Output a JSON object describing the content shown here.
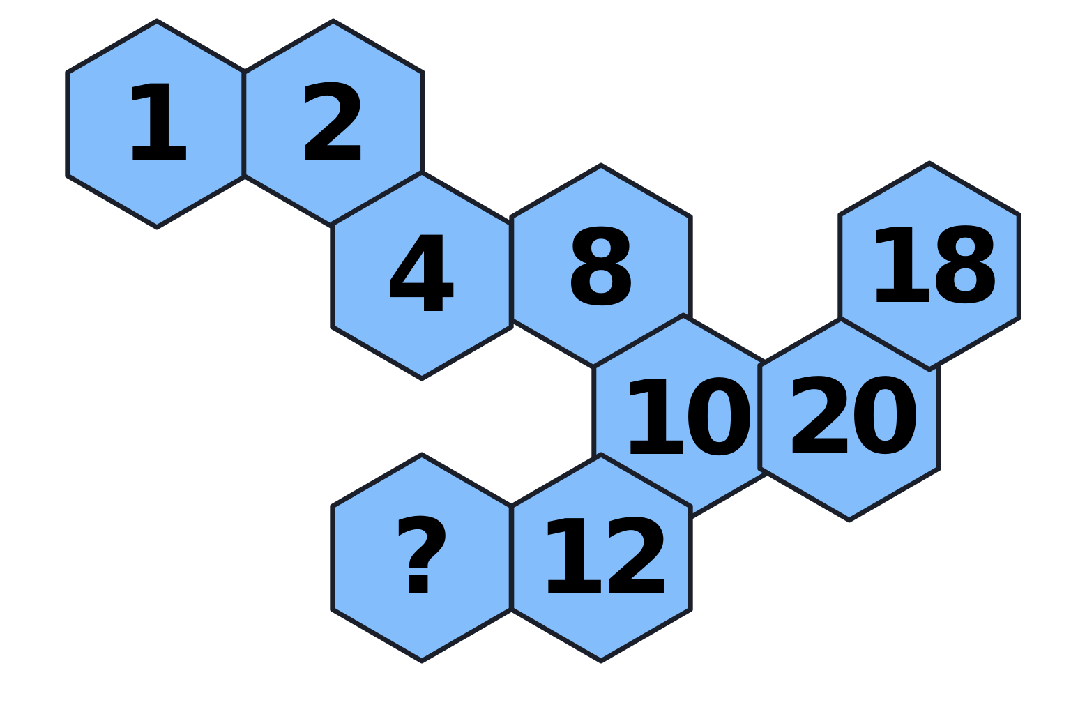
{
  "puzzle": {
    "fill_color": "#84bdfb",
    "outline_color": "#1b1f2a",
    "cells": [
      {
        "id": "hex-1",
        "label": "1"
      },
      {
        "id": "hex-2",
        "label": "2"
      },
      {
        "id": "hex-4",
        "label": "4"
      },
      {
        "id": "hex-8",
        "label": "8"
      },
      {
        "id": "hex-10",
        "label": "10"
      },
      {
        "id": "hex-20",
        "label": "20"
      },
      {
        "id": "hex-18",
        "label": "18"
      },
      {
        "id": "hex-12",
        "label": "12"
      },
      {
        "id": "hex-question",
        "label": "?"
      }
    ]
  }
}
